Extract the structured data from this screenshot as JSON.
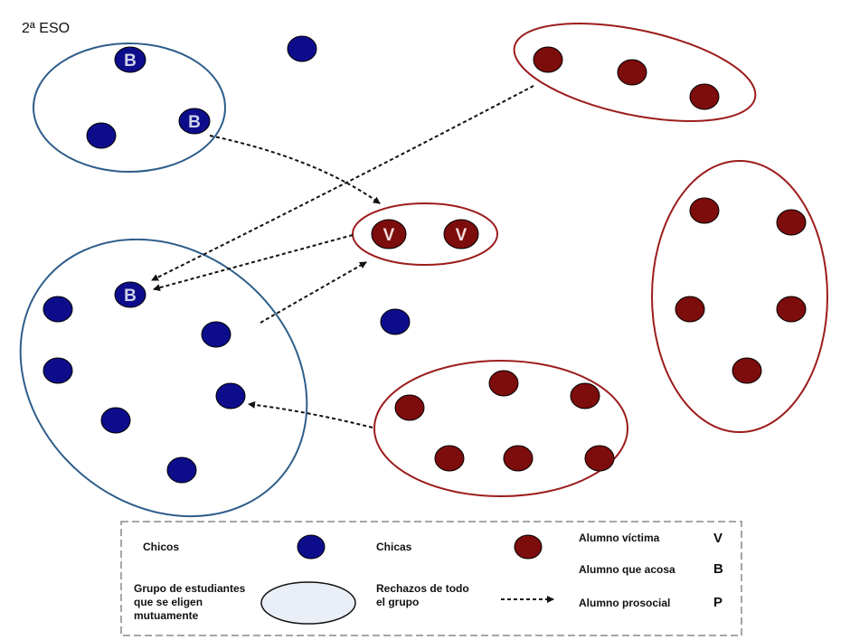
{
  "title": "2ª ESO",
  "colors": {
    "boy": "#0d0d8c",
    "girl": "#7d0c0c",
    "boy_group_border": "#2e5d8a",
    "girl_group_border": "#9c1c1c",
    "legend_group_fill": "#e9eef7"
  },
  "node_labels": {
    "bully": "B",
    "victim": "V"
  },
  "legend": {
    "boys": "Chicos",
    "girls": "Chicas",
    "group_line1": "Grupo de estudiantes",
    "group_line2": "que se eligen",
    "group_line3": "mutuamente",
    "rejections_line1": "Rechazos de todo",
    "rejections_line2": "el grupo",
    "victim": "Alumno víctima",
    "victim_symbol": "V",
    "bully": "Alumno que acosa",
    "bully_symbol": "B",
    "prosocial": "Alumno prosocial",
    "prosocial_symbol": "P"
  }
}
